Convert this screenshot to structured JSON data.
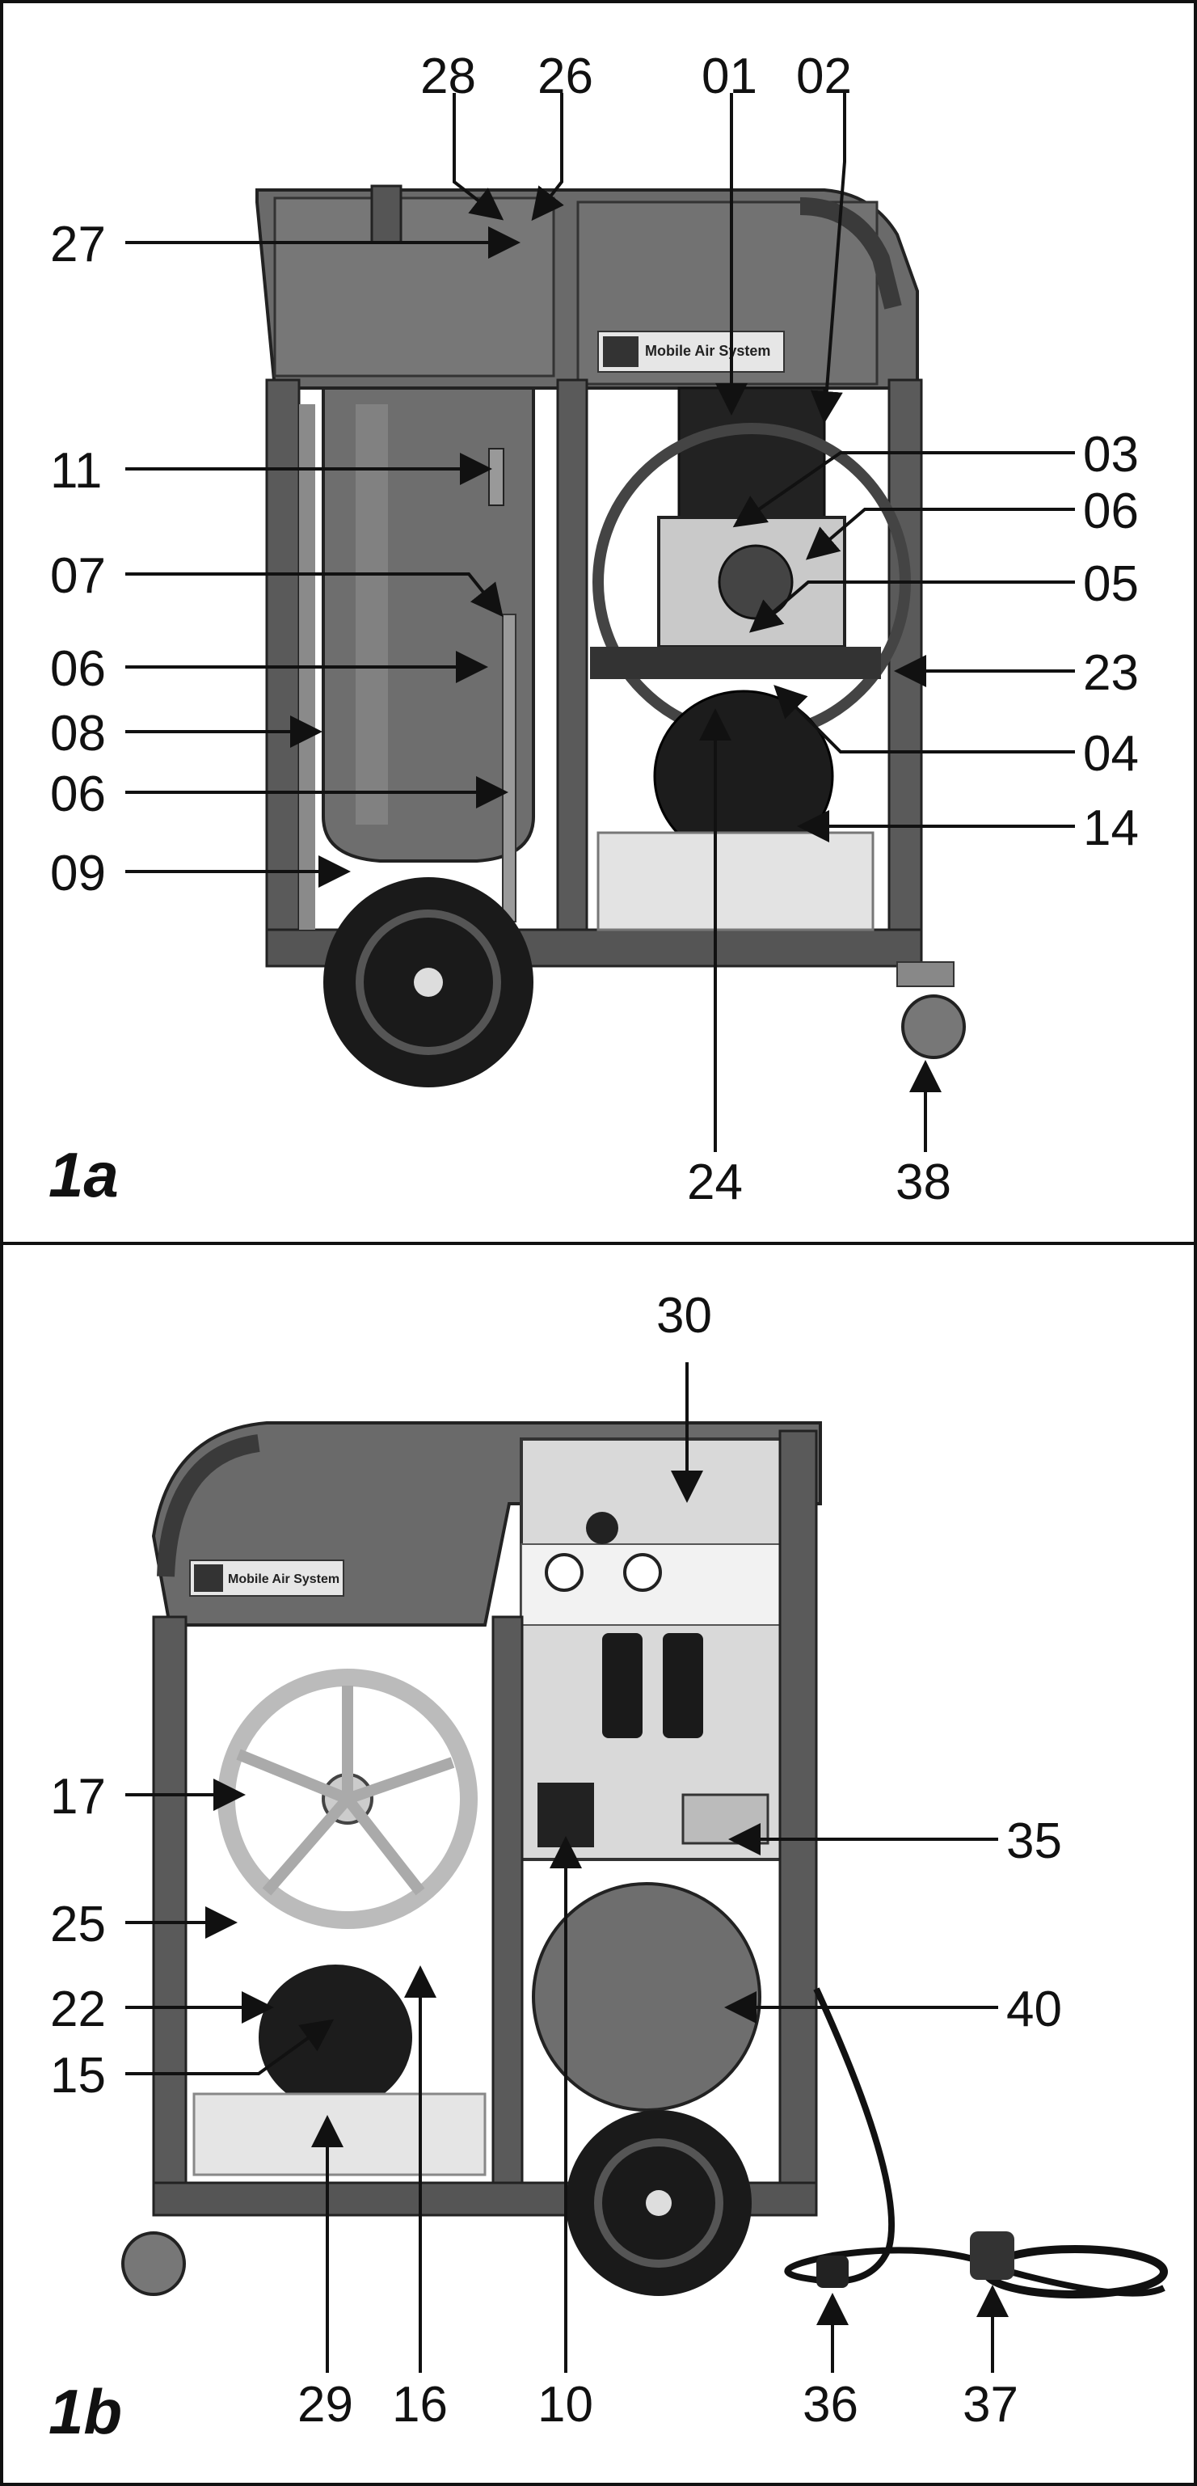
{
  "figure_a": {
    "label": "1a",
    "badge": "Mobile Air System",
    "callouts": [
      "28",
      "26",
      "01",
      "02",
      "27",
      "11",
      "03",
      "06",
      "07",
      "05",
      "06",
      "23",
      "08",
      "04",
      "06",
      "14",
      "09",
      "24",
      "38"
    ]
  },
  "figure_b": {
    "label": "1b",
    "badge": "Mobile Air System",
    "callouts": [
      "30",
      "17",
      "35",
      "25",
      "22",
      "40",
      "15",
      "29",
      "16",
      "10",
      "36",
      "37"
    ]
  },
  "colors": {
    "frame": "#5c5c5c",
    "frame_dark": "#3a3a3a",
    "panel_light": "#d9d9d9",
    "tank": "#6e6e6e",
    "wheel": "#1a1a1a",
    "line": "#111111"
  }
}
